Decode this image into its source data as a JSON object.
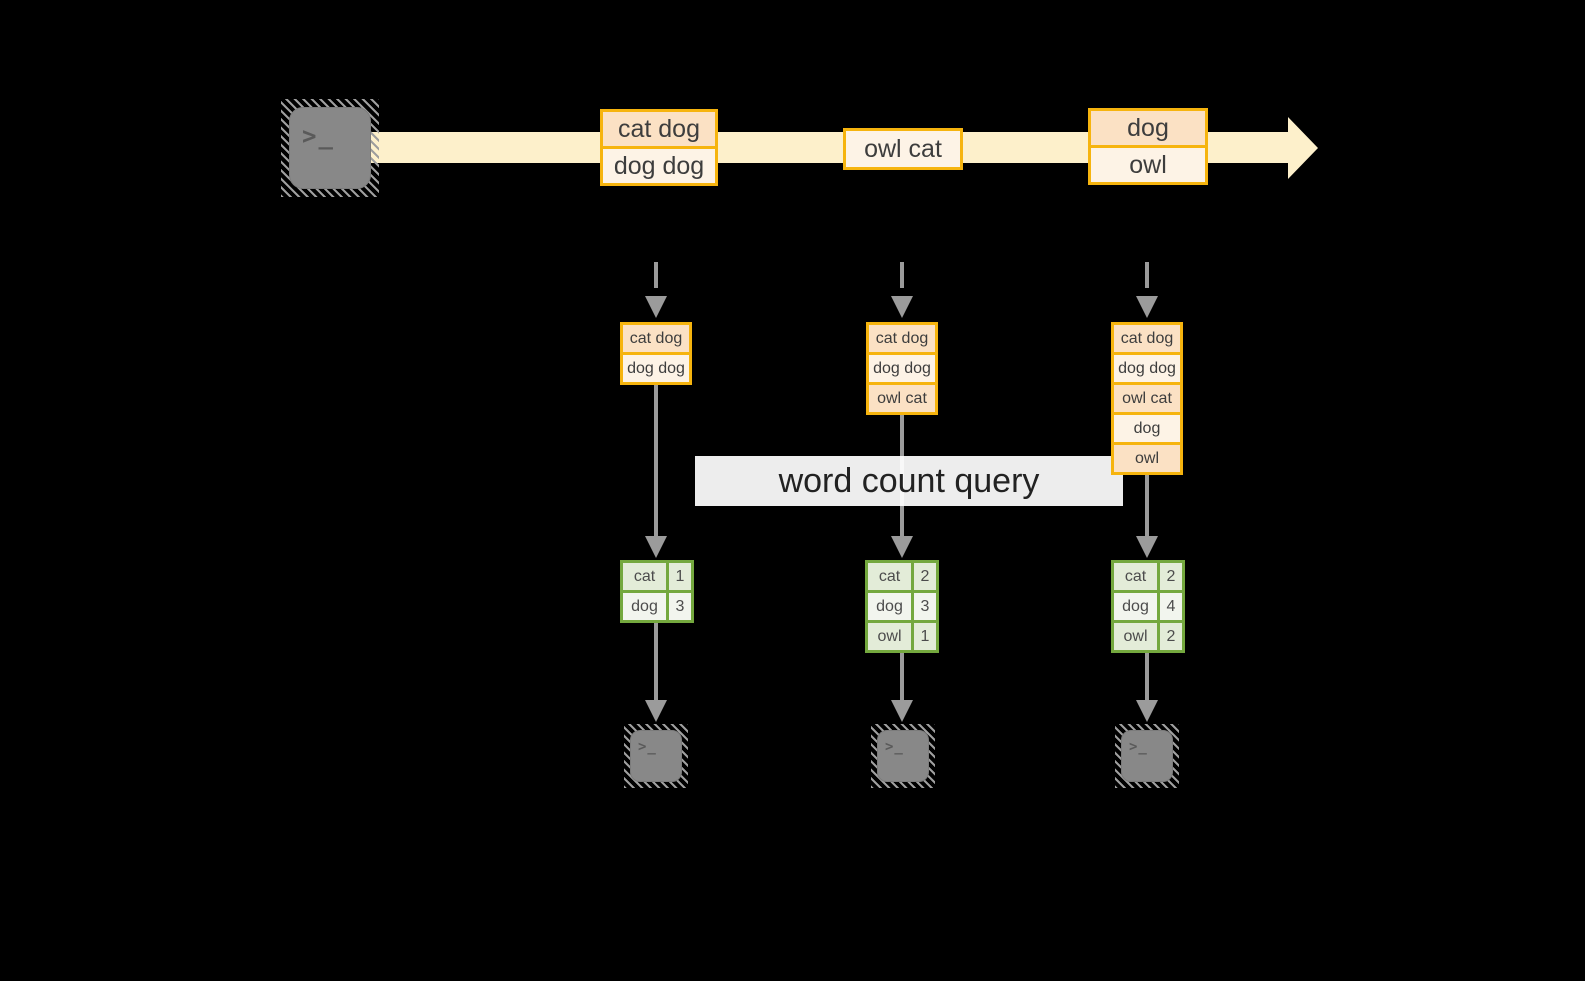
{
  "query_label": "word count query",
  "stream": {
    "events": [
      {
        "rows": [
          "cat dog",
          "dog dog"
        ]
      },
      {
        "rows": [
          "owl cat"
        ]
      },
      {
        "rows": [
          "dog",
          "owl"
        ]
      }
    ]
  },
  "pipelines": [
    {
      "buffer": [
        "cat dog",
        "dog dog"
      ],
      "counts": [
        {
          "word": "cat",
          "count": "1"
        },
        {
          "word": "dog",
          "count": "3"
        }
      ]
    },
    {
      "buffer": [
        "cat dog",
        "dog dog",
        "owl cat"
      ],
      "counts": [
        {
          "word": "cat",
          "count": "2"
        },
        {
          "word": "dog",
          "count": "3"
        },
        {
          "word": "owl",
          "count": "1"
        }
      ]
    },
    {
      "buffer": [
        "cat dog",
        "dog dog",
        "owl cat",
        "dog",
        "owl"
      ],
      "counts": [
        {
          "word": "cat",
          "count": "2"
        },
        {
          "word": "dog",
          "count": "4"
        },
        {
          "word": "owl",
          "count": "2"
        }
      ]
    }
  ],
  "icons": {
    "source": "terminal-icon",
    "sinks": [
      "terminal-icon",
      "terminal-icon",
      "terminal-icon"
    ],
    "glyph": ">_"
  },
  "colors": {
    "background": "#000000",
    "stream_band": "#fdf0cb",
    "event_border": "#f6b40e",
    "event_fill_dark": "#fbe1c4",
    "event_fill_light": "#fdf3e6",
    "table_border": "#74a83e",
    "table_fill_dark": "#e3ecd8",
    "table_fill_light": "#f2f5ee",
    "connector_gray": "#9b9b9b",
    "banner_bg": "#ffffff",
    "text_dark": "#3d3d3d"
  }
}
